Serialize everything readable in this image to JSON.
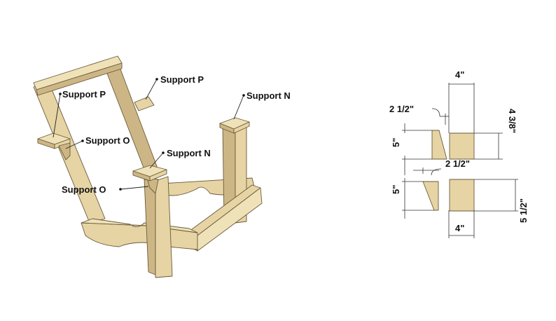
{
  "callouts": {
    "support_p_top": "Support P",
    "support_p_left": "Support P",
    "support_o_left": "Support O",
    "support_o_bottom": "Support O",
    "support_n_right": "Support N",
    "support_n_front": "Support N"
  },
  "dimensions": {
    "top_width": "4\"",
    "top_cut": "2 1/2\"",
    "top_left_height": "5\"",
    "top_right_height": "4 3/8\"",
    "bottom_cut": "2 1/2\"",
    "bottom_left_height": "5\"",
    "bottom_width": "4\"",
    "bottom_right_height": "5 1/2\""
  },
  "colors": {
    "wood": "#e6d4a4",
    "wood_shade": "#cdb685",
    "outline": "#6a5a3a"
  }
}
